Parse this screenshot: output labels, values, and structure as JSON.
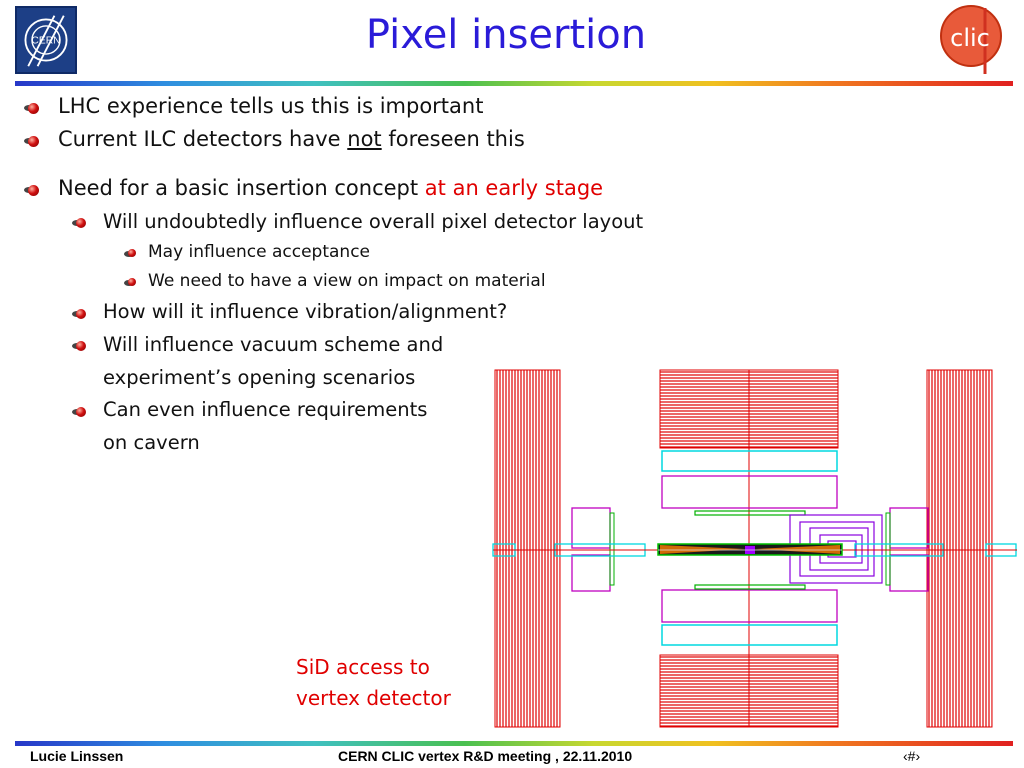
{
  "title": "Pixel insertion",
  "logos": {
    "left": "CERN",
    "right": "clic"
  },
  "bullets": {
    "b1": "LHC experience tells us this is important",
    "b2_pre": "Current ILC detectors have ",
    "b2_u": "not",
    "b2_post": " foreseen this",
    "b3_pre": "Need for a basic insertion concept ",
    "b3_red": "at an early stage",
    "s1": "Will undoubtedly influence overall pixel detector layout",
    "ss1": "May influence acceptance",
    "ss2": "We need to have a view on impact on material",
    "s2": "How will it influence vibration/alignment?",
    "s3a": "Will influence vacuum scheme and",
    "s3b": "experiment’s opening scenarios",
    "s4a": "Can even influence requirements",
    "s4b": "on cavern"
  },
  "caption": {
    "line1": "SiD access to",
    "line2": "vertex detector"
  },
  "footer": {
    "author": "Lucie Linssen",
    "meeting": "CERN CLIC vertex R&D meeting , 22.11.2010",
    "page": "‹#›"
  },
  "colors": {
    "title": "#2a1bd8",
    "accent": "#e00000",
    "detector_red": "#e00000",
    "detector_cyan": "#00d8e0",
    "detector_magenta": "#c000c0",
    "detector_purple": "#8a00e0",
    "detector_green": "#00c000"
  }
}
